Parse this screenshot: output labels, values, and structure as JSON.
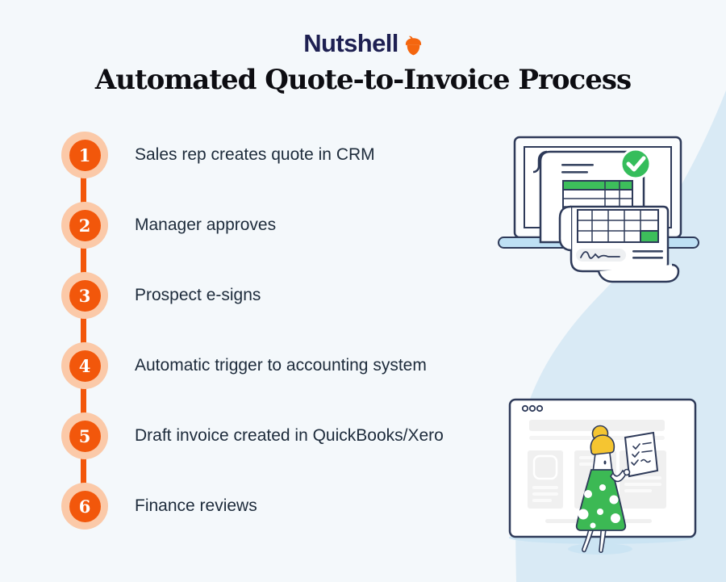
{
  "brand": {
    "name": "Nutshell",
    "acorn_icon": "acorn",
    "wordmark_color": "#1E2052",
    "acorn_color": "#F4660F"
  },
  "title": {
    "text": "Automated Quote-to-Invoice Process"
  },
  "steps": [
    {
      "number": "1",
      "label": "Sales rep creates quote in CRM"
    },
    {
      "number": "2",
      "label": "Manager approves"
    },
    {
      "number": "3",
      "label": "Prospect e-signs"
    },
    {
      "number": "4",
      "label": "Automatic trigger to accounting system"
    },
    {
      "number": "5",
      "label": "Draft invoice created in QuickBooks/Xero"
    },
    {
      "number": "6",
      "label": "Finance reviews"
    }
  ],
  "colors": {
    "background": "#F4F8FB",
    "blob": "#D9EAF5",
    "step_circle_outer": "#FBC9A8",
    "step_circle_inner": "#F2570B",
    "connector_line": "#F2570B",
    "step_text": "#1D2B3B",
    "title_text": "#0D0D12",
    "illustration_outline": "#2E3A59",
    "success_green": "#3CBE5B",
    "laptop_base_blue": "#BEE0F4",
    "shadow_blue": "#CBE4F3",
    "hair_yellow": "#F5C531",
    "placeholder_gray": "#F0F0F0"
  },
  "illustrations": {
    "top": {
      "name": "laptop-quote-approved",
      "elements": [
        "laptop",
        "quote-document",
        "approval-checkmark",
        "invoice-table",
        "signature-scroll"
      ]
    },
    "bottom": {
      "name": "finance-review-browser",
      "elements": [
        "browser-window",
        "finance-person",
        "checklist-paper"
      ]
    }
  }
}
